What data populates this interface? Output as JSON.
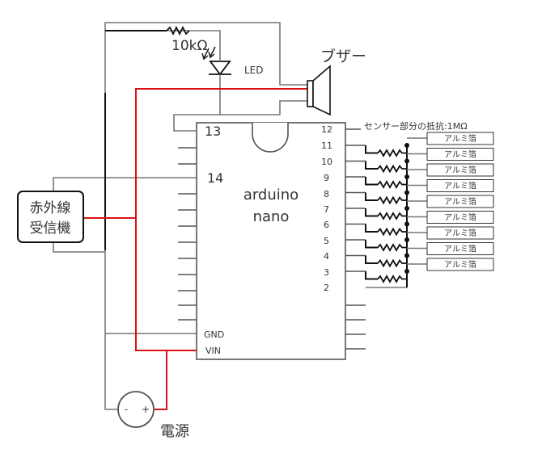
{
  "components": {
    "resistor_top": "10kΩ",
    "led": "LED",
    "buzzer": "ブザー",
    "sensor_header": "センサー部分の抵抗:1MΩ",
    "ir_receiver": [
      "赤外線",
      "受信機"
    ],
    "power": "電源",
    "power_minus": "-",
    "power_plus": "+"
  },
  "arduino": {
    "title": "arduino",
    "subtitle": "nano",
    "pin13": "13",
    "pin14": "14",
    "gnd": "GND",
    "vin": "VIN",
    "right_pins": [
      "12",
      "11",
      "10",
      "9",
      "8",
      "7",
      "6",
      "5",
      "4",
      "3",
      "2"
    ]
  },
  "foil_labels": [
    "アルミ箔",
    "アルミ箔",
    "アルミ箔",
    "アルミ箔",
    "アルミ箔",
    "アルミ箔",
    "アルミ箔",
    "アルミ箔",
    "アルミ箔"
  ],
  "colors": {
    "red_wire": "#dd1111",
    "gray_wire": "#777777",
    "black_wire": "#111111"
  }
}
